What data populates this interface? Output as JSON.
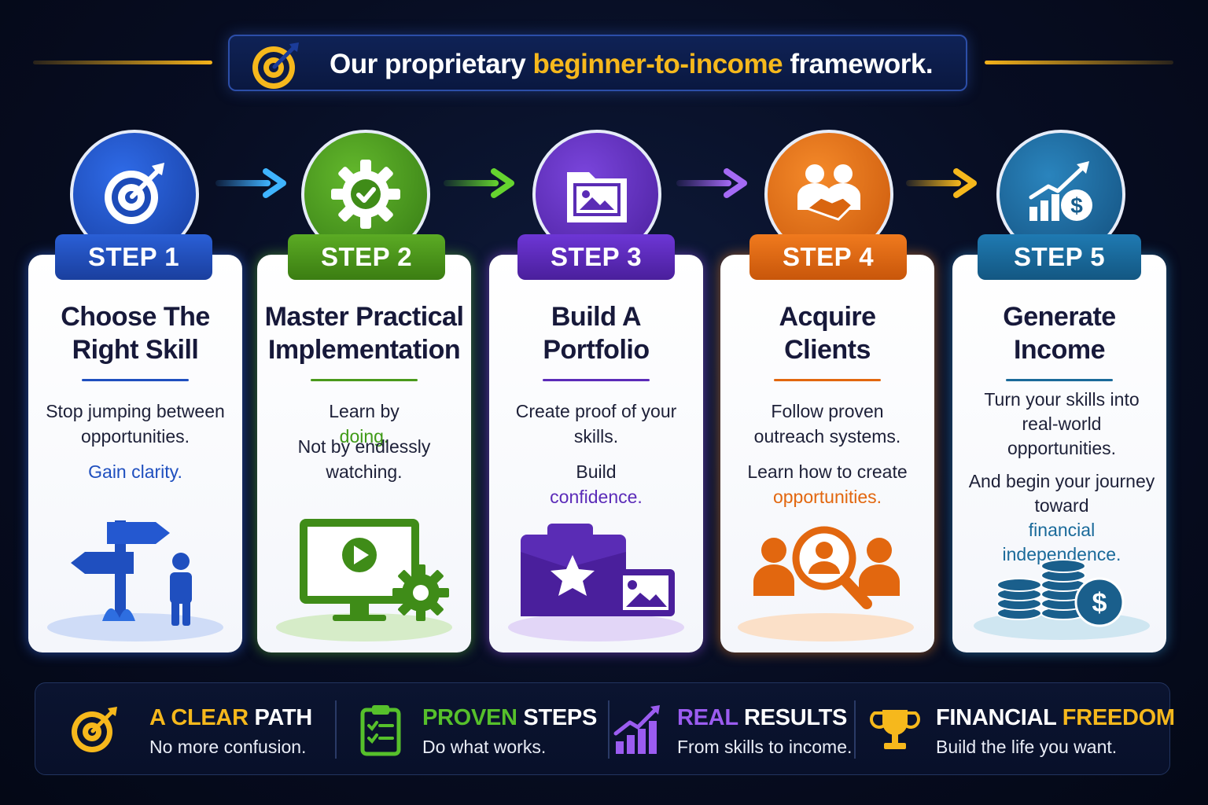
{
  "header": {
    "title_before": "Our proprietary ",
    "title_highlight": "beginner-to-income",
    "title_after": " framework.",
    "icon": "target-arrow-icon",
    "accent_color": "#f6b81c"
  },
  "steps": [
    {
      "badge": "STEP 1",
      "title_line1": "Choose The",
      "title_line2": "Right Skill",
      "text1_line1": "Stop jumping between",
      "text1_line2": "opportunities.",
      "text2": "Gain clarity.",
      "icon": "target-icon",
      "illustration": "signpost-person-icon",
      "color": "#1f4fbf"
    },
    {
      "badge": "STEP 2",
      "title_line1": "Master Practical",
      "title_line2": "Implementation",
      "text1_prefix": "Learn by ",
      "text1_highlight": "doing.",
      "text2_line1": "Not by endlessly",
      "text2_line2": "watching.",
      "icon": "gear-check-icon",
      "illustration": "monitor-play-gear-icon",
      "color": "#4a9a1c"
    },
    {
      "badge": "STEP 3",
      "title_line1": "Build A",
      "title_line2": "Portfolio",
      "text1_line1": "Create proof of your",
      "text1_line2": "skills.",
      "text2_prefix": "Build ",
      "text2_highlight": "confidence.",
      "icon": "folder-image-icon",
      "illustration": "portfolio-star-image-icon",
      "color": "#5b2bb8"
    },
    {
      "badge": "STEP 4",
      "title_line1": "Acquire",
      "title_line2": "Clients",
      "text1_line1": "Follow proven",
      "text1_line2": "outreach systems.",
      "text2_line1": "Learn how to create",
      "text2_highlight": "opportunities.",
      "icon": "handshake-people-icon",
      "illustration": "people-magnifier-icon",
      "color": "#e2670f"
    },
    {
      "badge": "STEP 5",
      "title_line1": "Generate",
      "title_line2": "Income",
      "text1_line1": "Turn your skills into",
      "text1_line2": "real-world",
      "text1_line3": "opportunities.",
      "text2_line1": "And begin your journey",
      "text2_line2_prefix": "toward ",
      "text2_line2_highlight": "financial",
      "text2_line3_highlight": "independence.",
      "icon": "growth-chart-dollar-icon",
      "illustration": "coin-stacks-dollar-icon",
      "color": "#1a6a9a"
    }
  ],
  "footer": [
    {
      "title_hl": "A CLEAR",
      "title_rest": " PATH",
      "subtitle": "No more confusion.",
      "icon": "target-arrow-icon",
      "color": "#f6b81c"
    },
    {
      "title_hl": "PROVEN",
      "title_rest": " STEPS",
      "subtitle": "Do what works.",
      "icon": "clipboard-checklist-icon",
      "color": "#56c02b"
    },
    {
      "title_hl": "REAL",
      "title_rest": " RESULTS",
      "subtitle": "From skills to income.",
      "icon": "bar-chart-arrow-icon",
      "color": "#9b5cf0"
    },
    {
      "title_hl": "FINANCIAL",
      "title_rest": " FREEDOM",
      "subtitle": "Build the life you want.",
      "icon": "trophy-icon",
      "color": "#f6b81c"
    }
  ]
}
